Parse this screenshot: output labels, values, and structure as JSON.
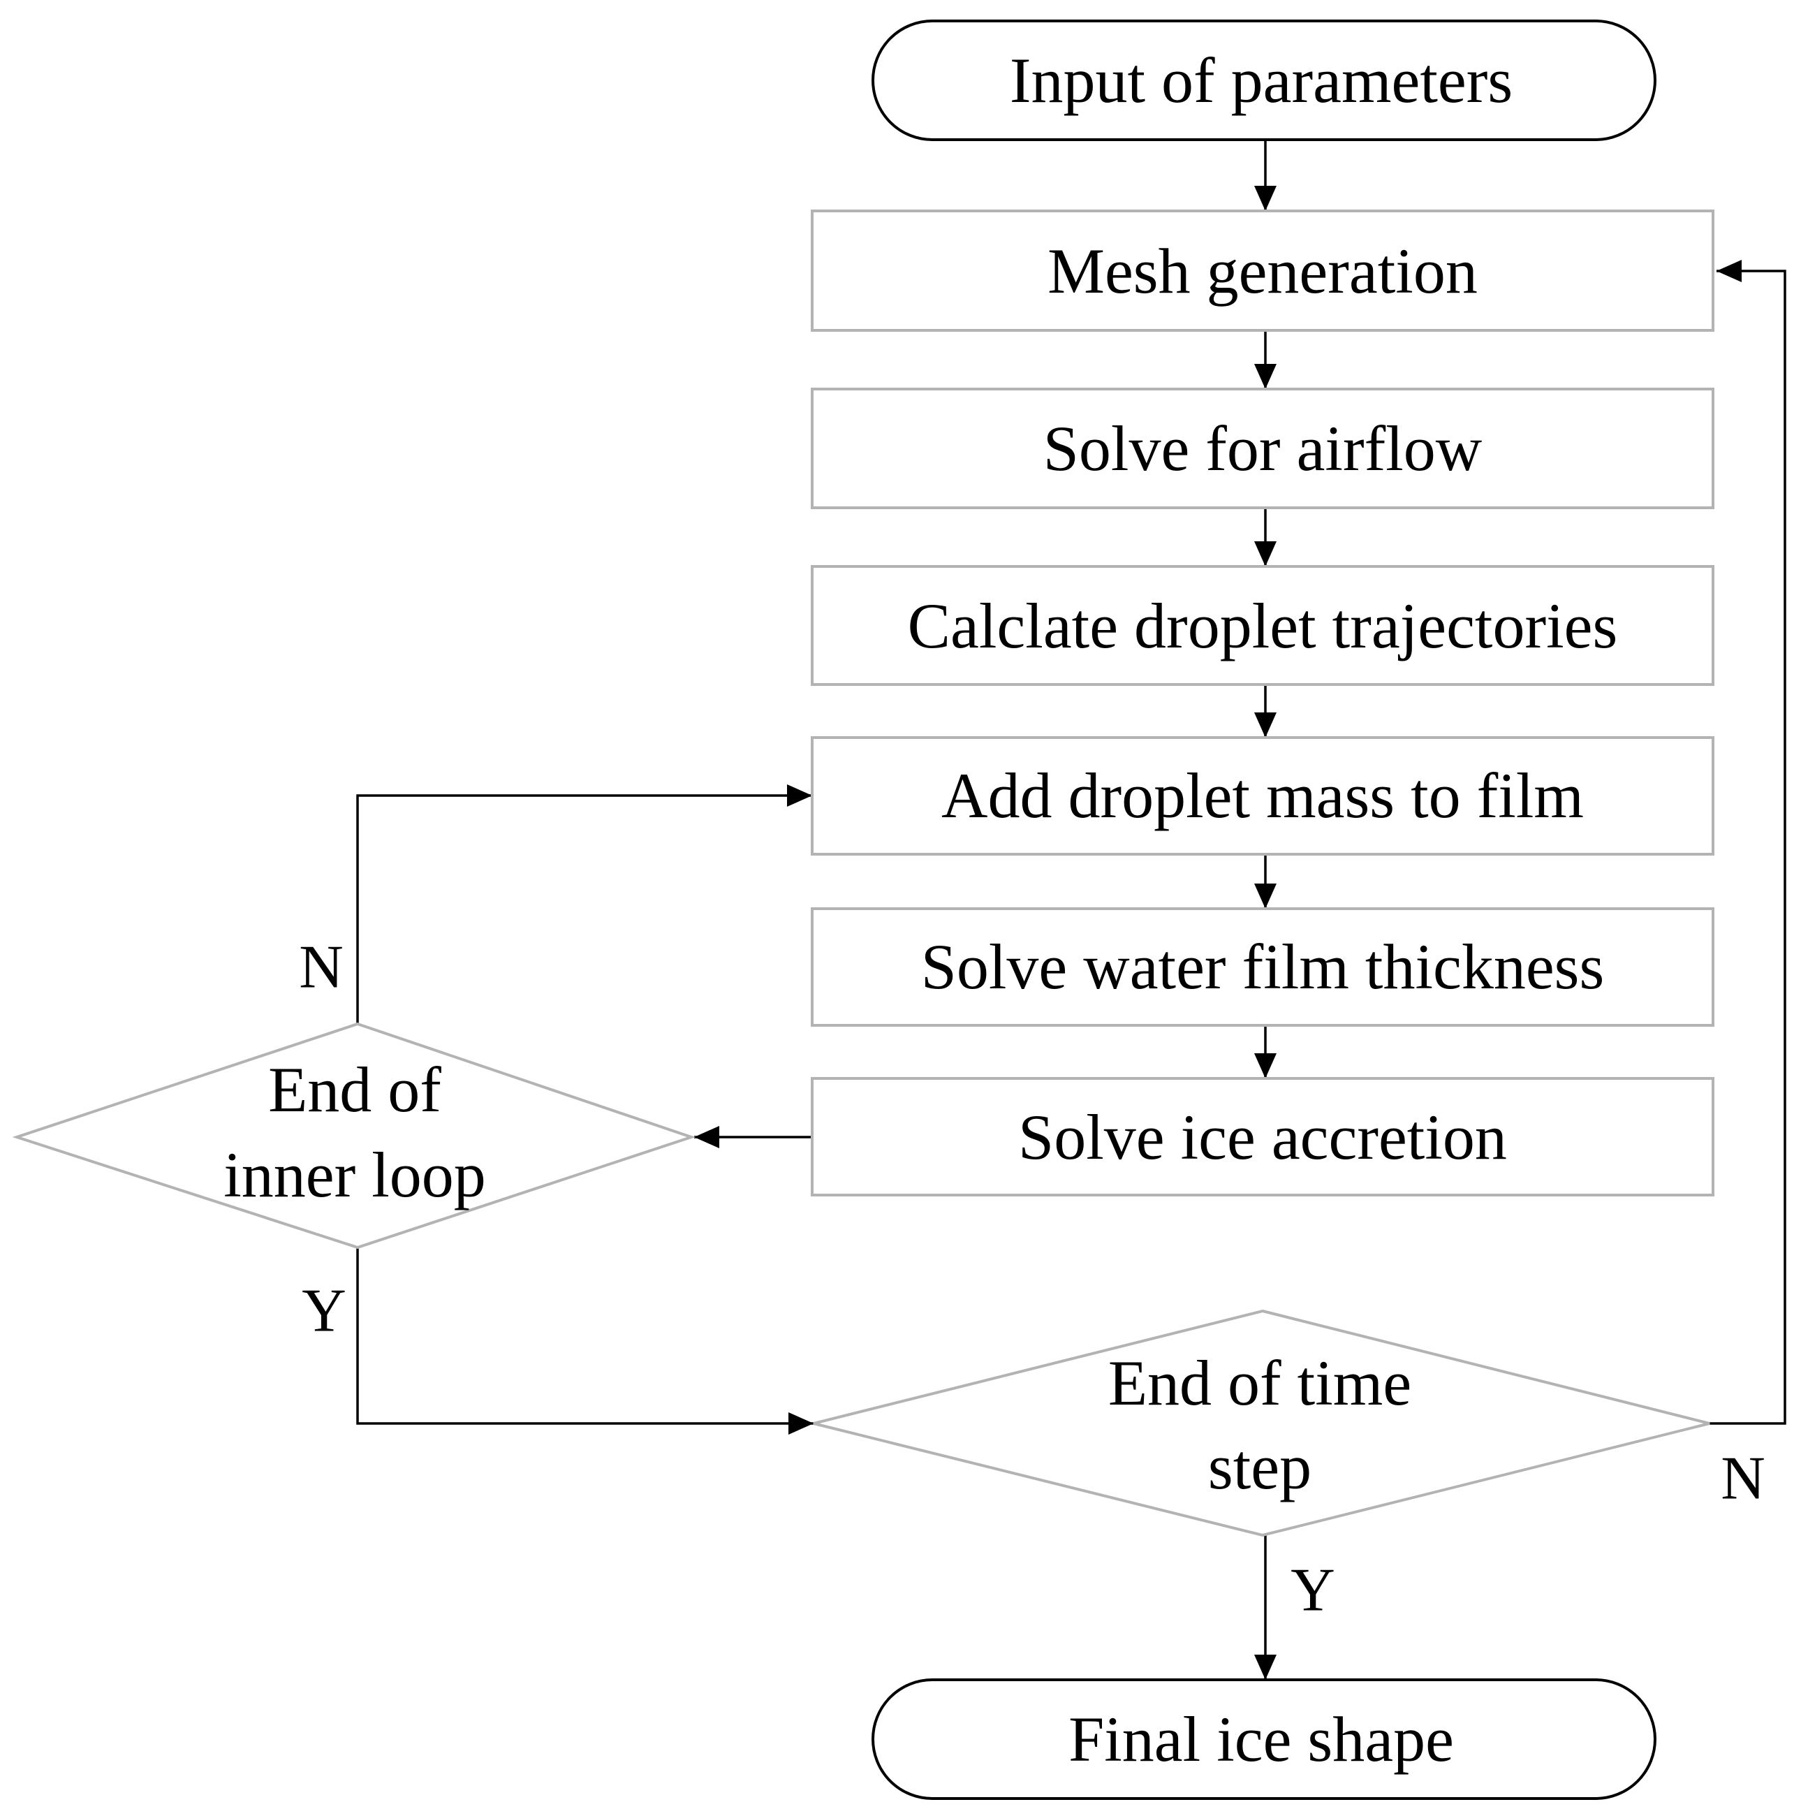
{
  "nodes": {
    "start": "Input of parameters",
    "mesh": "Mesh generation",
    "airflow": "Solve for airflow",
    "trajectories": "Calclate droplet trajectories",
    "add_mass": "Add droplet mass to film",
    "film": "Solve water film thickness",
    "ice": "Solve ice accretion",
    "inner_loop": {
      "line1": "End of",
      "line2": "inner loop"
    },
    "time_step": {
      "line1": "End of time",
      "line2": "step"
    },
    "end": "Final ice shape"
  },
  "edge_labels": {
    "inner_no": "N",
    "inner_yes": "Y",
    "time_no": "N",
    "time_yes": "Y"
  }
}
